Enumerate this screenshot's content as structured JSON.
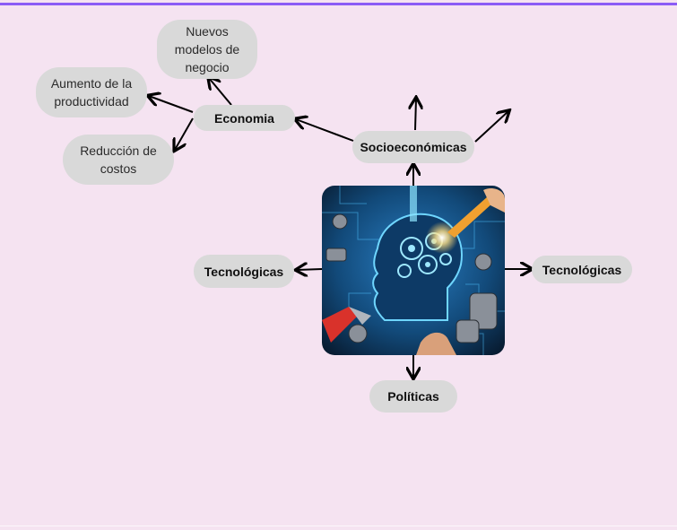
{
  "nodes": {
    "nuevos_modelos": "Nuevos modelos de negocio",
    "aumento_productividad": "Aumento de la productividad",
    "economia": "Economia",
    "reduccion_costos": "Reducción de costos",
    "socioeconomicas": "Socioeconómicas",
    "tecnologicas_left": "Tecnológicas",
    "tecnologicas_right": "Tecnológicas",
    "politicas": "Políticas"
  },
  "colors": {
    "background": "#f5e3f1",
    "node_fill": "#d9d9d9",
    "top_border": "#8b5cf6",
    "arrow": "#000000"
  },
  "central_image": {
    "description_icon": "ai-brain-circuit-image"
  }
}
